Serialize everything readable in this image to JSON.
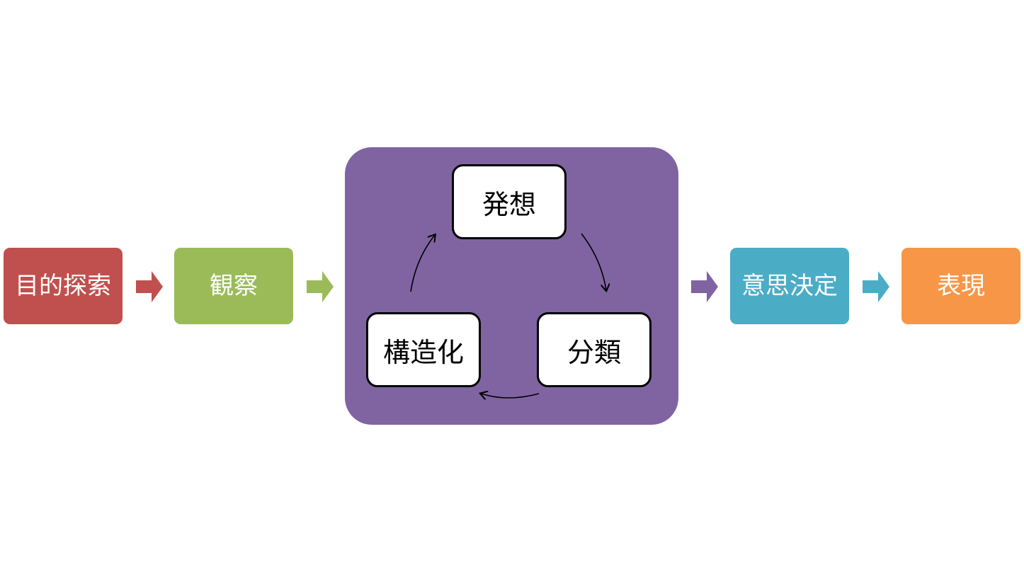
{
  "colors": {
    "purpose": "#c0504d",
    "observe": "#9bbb59",
    "cycle": "#8064a2",
    "decide": "#4bacc6",
    "express": "#f79646"
  },
  "steps": {
    "purpose": "目的探索",
    "observe": "観察",
    "decide": "意思決定",
    "express": "表現"
  },
  "cycle": {
    "idea": "発想",
    "classify": "分類",
    "structure": "構造化"
  }
}
